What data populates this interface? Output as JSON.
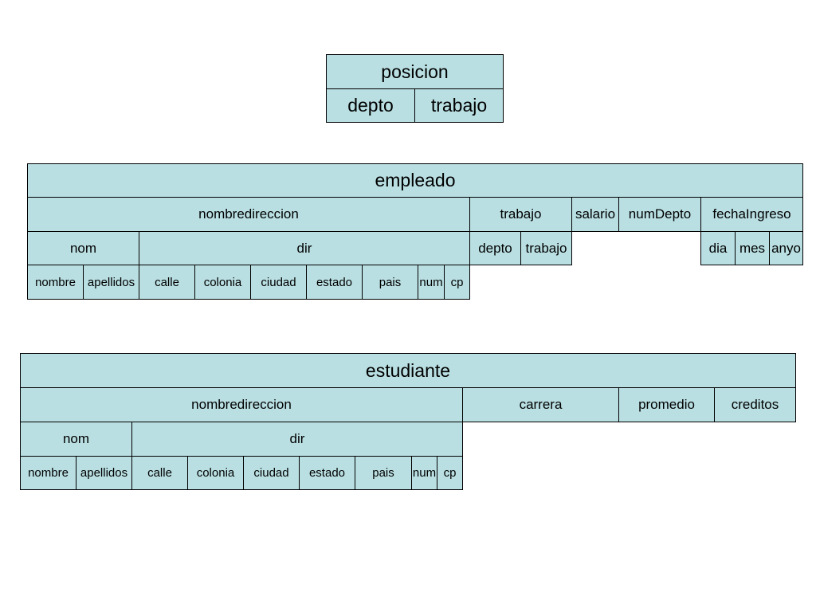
{
  "posicion": {
    "title": "posicion",
    "fields": [
      "depto",
      "trabajo"
    ]
  },
  "empleado": {
    "title": "empleado",
    "level1": [
      "nombredireccion",
      "trabajo",
      "salario",
      "numDepto",
      "fechaIngreso"
    ],
    "level2": [
      "nom",
      "dir",
      "depto",
      "trabajo",
      "dia",
      "mes",
      "anyo"
    ],
    "level3": [
      "nombre",
      "apellidos",
      "calle",
      "colonia",
      "ciudad",
      "estado",
      "pais",
      "num",
      "cp"
    ]
  },
  "estudiante": {
    "title": "estudiante",
    "level1": [
      "nombredireccion",
      "carrera",
      "promedio",
      "creditos"
    ],
    "level2": [
      "nom",
      "dir"
    ],
    "level3": [
      "nombre",
      "apellidos",
      "calle",
      "colonia",
      "ciudad",
      "estado",
      "pais",
      "num",
      "cp"
    ]
  },
  "colors": {
    "cell_fill": "#b9dfe2",
    "border": "#000000"
  }
}
